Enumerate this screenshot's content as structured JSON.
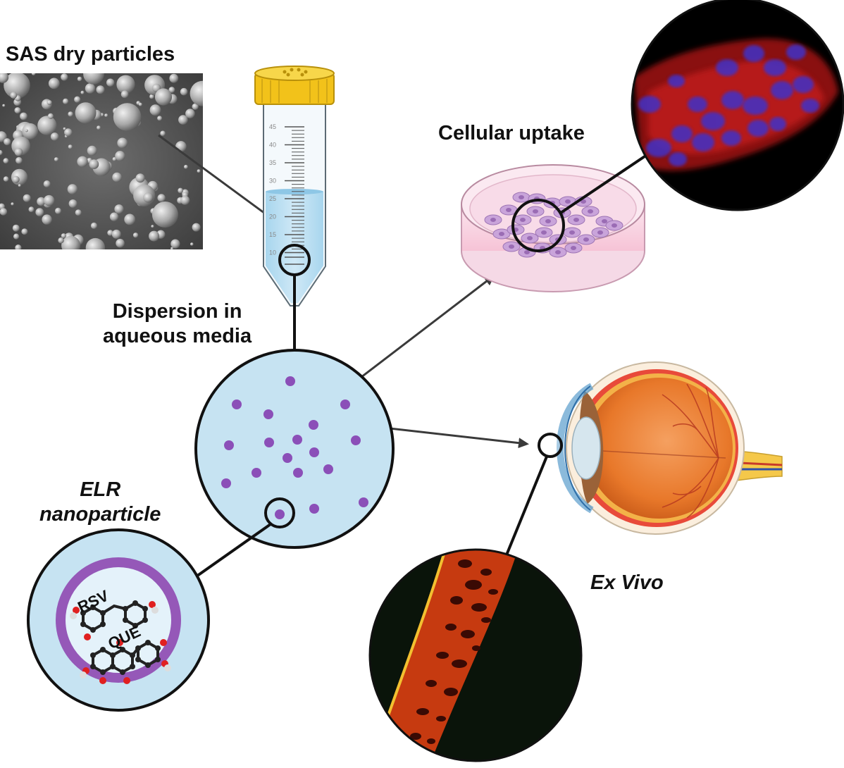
{
  "labels": {
    "sas_dry_particles": "SAS dry particles",
    "dispersion_line1": "Dispersion in",
    "dispersion_line2": "aqueous media",
    "cellular_uptake": "Cellular uptake",
    "elr_line1": "ELR",
    "elr_line2": "nanoparticle",
    "ex_vivo": "Ex Vivo",
    "rsv": "RSV",
    "que": "QUE"
  },
  "tube_ticks": [
    "45",
    "40",
    "35",
    "30",
    "25",
    "20",
    "15",
    "10"
  ],
  "colors": {
    "dispersion_fill": "#c6e3f2",
    "nanoparticle_dot": "#8b4fb8",
    "capsule_ring": "#9558b8",
    "tube_cap": "#f2c21a",
    "eye_orange": "#e8782a",
    "fluorescence_red": "#c41818",
    "nucleus_blue": "#4030c8",
    "tissue_orange": "#d84a10"
  }
}
